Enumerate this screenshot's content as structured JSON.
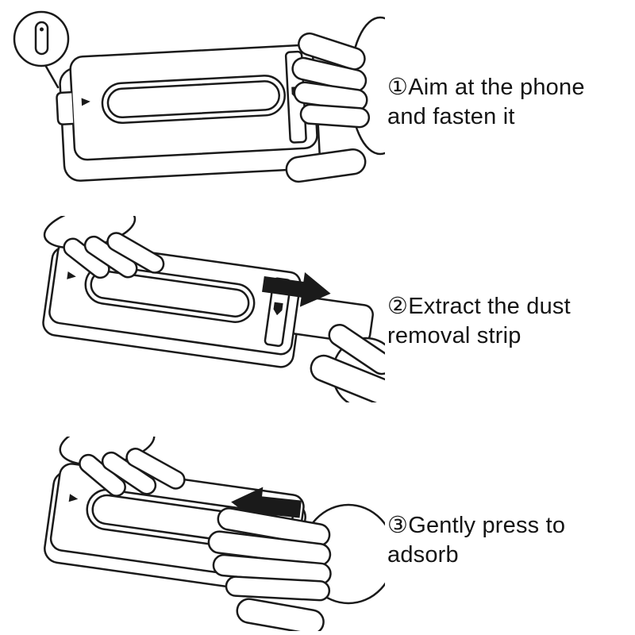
{
  "page": {
    "background_color": "#ffffff",
    "line_color": "#1a1a1a",
    "text_color": "#141414"
  },
  "steps": [
    {
      "number": "①",
      "text": "①Aim at the phone and fasten it",
      "lines": [
        "①Aim at the phone",
        "and fasten it"
      ],
      "illustration": "hand fastening dust-removal holder onto phone with detail callout circle",
      "arrow_direction": null
    },
    {
      "number": "②",
      "text": "②Extract the dust removal strip",
      "lines": [
        "②Extract the dust",
        "removal strip"
      ],
      "illustration": "two hands pulling the dust removal strip out of the holder",
      "arrow_direction": "right"
    },
    {
      "number": "③",
      "text": "③Gently press to adsorb",
      "lines": [
        "③Gently press to",
        "adsorb"
      ],
      "illustration": "hand gently pressing the holder so the strip adsorbs",
      "arrow_direction": "left"
    }
  ]
}
